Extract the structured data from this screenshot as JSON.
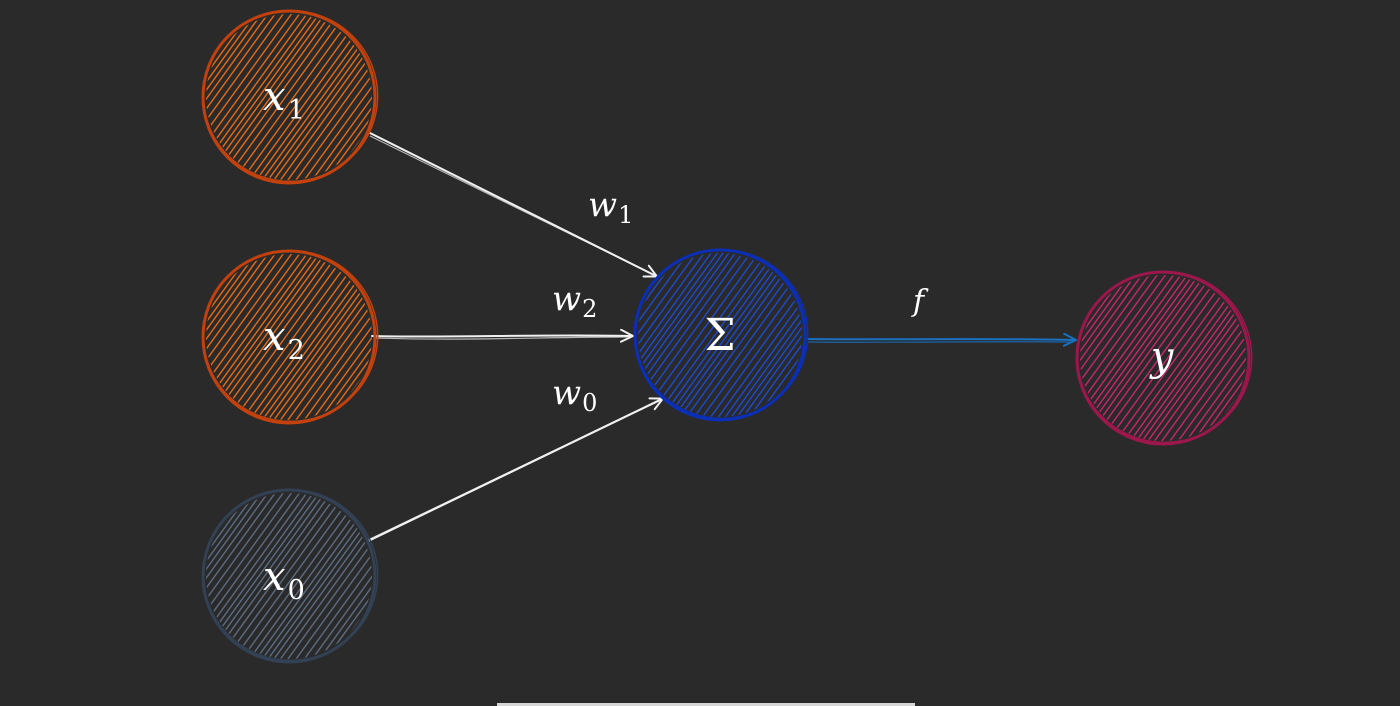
{
  "nodes": {
    "x1": {
      "base": "x",
      "sub": "1",
      "stroke": "#c2410c",
      "hatch": "#f97316"
    },
    "x2": {
      "base": "x",
      "sub": "2",
      "stroke": "#c2410c",
      "hatch": "#f97316"
    },
    "x0": {
      "base": "x",
      "sub": "0",
      "stroke": "#334155",
      "hatch": "#64748b"
    },
    "sum": {
      "symbol": "Σ",
      "stroke": "#0b2fb5",
      "hatch": "#1d4fe0"
    },
    "y": {
      "base": "y",
      "stroke": "#9d174d",
      "hatch": "#db2777"
    }
  },
  "edges": {
    "w1": {
      "base": "w",
      "sub": "1",
      "color": "#f1f1f1"
    },
    "w2": {
      "base": "w",
      "sub": "2",
      "color": "#f1f1f1"
    },
    "w0": {
      "base": "w",
      "sub": "0",
      "color": "#f1f1f1"
    },
    "f": {
      "label": "f",
      "color": "#1971c2"
    }
  },
  "background": "#2a2a2a"
}
